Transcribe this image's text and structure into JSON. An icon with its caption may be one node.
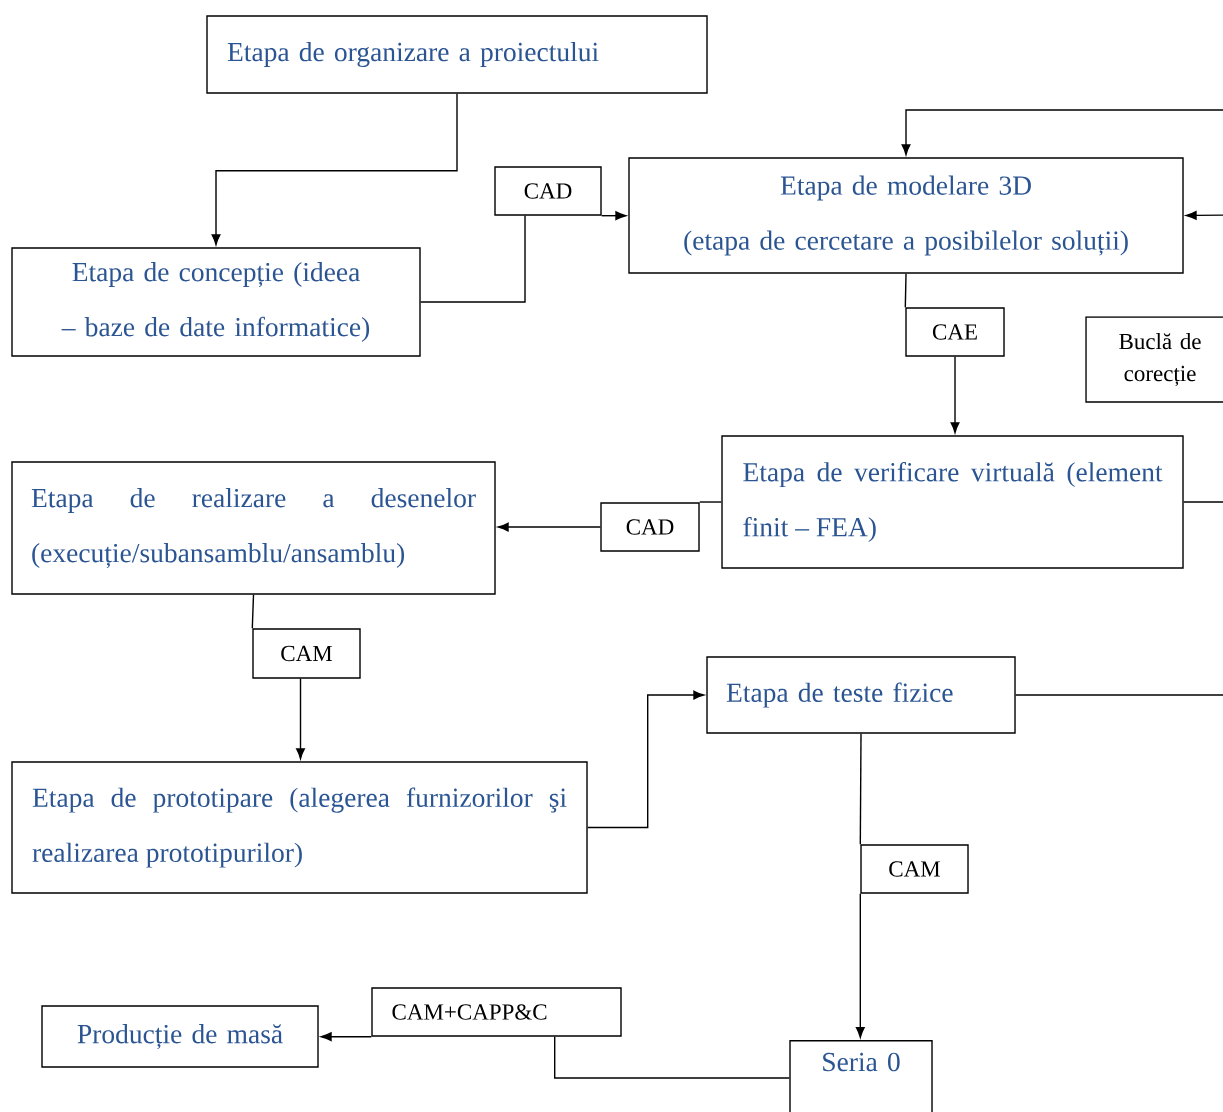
{
  "diagram": {
    "nodes": [
      {
        "text": [
          "Etapa de organizare a proiectului"
        ]
      },
      {
        "text": [
          "CAD"
        ]
      },
      {
        "text": [
          "Etapa de modelare 3D",
          "(etapa de cercetare a posibilelor soluții)"
        ]
      },
      {
        "text": [
          "Etapa de concepție (ideea – baze de date informatice)"
        ]
      },
      {
        "text": [
          "CAE"
        ]
      },
      {
        "text": [
          "Buclă de corecție"
        ]
      },
      {
        "text": [
          "Etapa de verificare virtuală (element finit – FEA)"
        ]
      },
      {
        "text": [
          "Etapa de realizare a desenelor (execuție/subansamblu/ansamblu)"
        ]
      },
      {
        "text": [
          "CAD"
        ]
      },
      {
        "text": [
          "CAM"
        ]
      },
      {
        "text": [
          "Etapa de prototipare (alegerea furnizorilor şi realizarea prototipurilor)"
        ]
      },
      {
        "text": [
          "Etapa de teste fizice"
        ]
      },
      {
        "text": [
          "CAM"
        ]
      },
      {
        "text": [
          "Producție de masă"
        ]
      },
      {
        "text": [
          "CAM+CAPP&C"
        ]
      },
      {
        "text": [
          "Seria 0"
        ]
      }
    ],
    "edges": [
      {
        "from": 0,
        "to": 3,
        "arrow": "to"
      },
      {
        "from": 3,
        "to": 1,
        "arrow": "none"
      },
      {
        "from": 1,
        "to": 2,
        "arrow": "to"
      },
      {
        "from": 2,
        "to": 4,
        "arrow": "none"
      },
      {
        "from": 4,
        "to": 6,
        "arrow": "to"
      },
      {
        "from": 6,
        "to": 8,
        "arrow": "none"
      },
      {
        "from": 8,
        "to": 7,
        "arrow": "to"
      },
      {
        "from": 7,
        "to": 9,
        "arrow": "none"
      },
      {
        "from": 9,
        "to": 10,
        "arrow": "to"
      },
      {
        "from": 10,
        "to": 11,
        "arrow": "to"
      },
      {
        "from": 11,
        "to": 12,
        "arrow": "none"
      },
      {
        "from": 12,
        "to": 15,
        "arrow": "to"
      },
      {
        "from": 15,
        "to": 14,
        "arrow": "none"
      },
      {
        "from": 14,
        "to": 13,
        "arrow": "to"
      },
      {
        "from": null,
        "to": 2,
        "arrow": "to"
      },
      {
        "from": null,
        "to": 2,
        "arrow": "to"
      },
      {
        "from": 6,
        "to": null,
        "arrow": "none"
      },
      {
        "from": 11,
        "to": null,
        "arrow": "none"
      }
    ]
  }
}
